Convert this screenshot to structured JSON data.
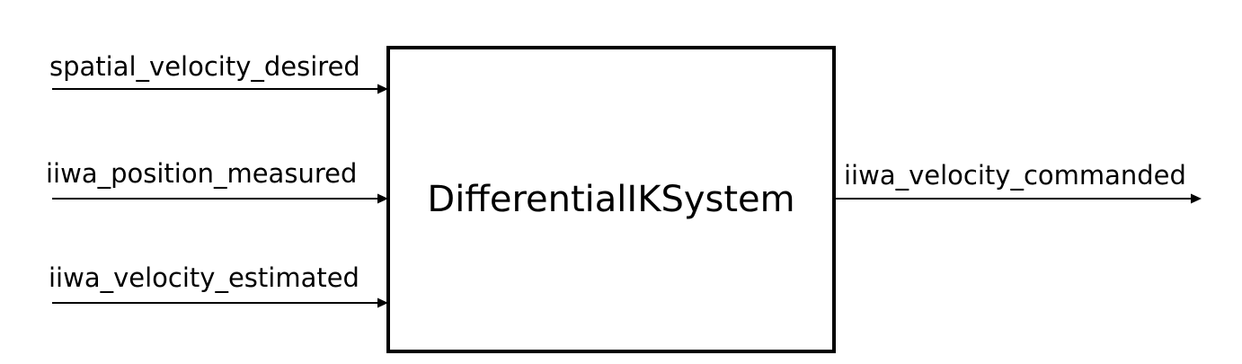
{
  "block": {
    "name": "DifferentialIKSystem"
  },
  "inputs": [
    {
      "label": "spatial_velocity_desired"
    },
    {
      "label": "iiwa_position_measured"
    },
    {
      "label": "iiwa_velocity_estimated"
    }
  ],
  "outputs": [
    {
      "label": "iiwa_velocity_commanded"
    }
  ],
  "colors": {
    "stroke": "#000000",
    "background": "#ffffff"
  }
}
